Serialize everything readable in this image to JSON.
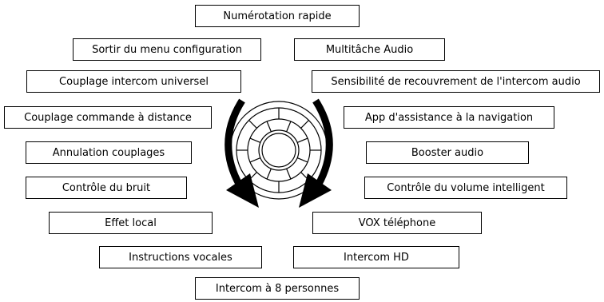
{
  "menu_items": [
    "Numérotation rapide",
    "Sortir du menu configuration",
    "Multitâche Audio",
    "Couplage intercom universel",
    "Sensibilité de recouvrement de l'intercom audio",
    "Couplage commande à distance",
    "App d'assistance à la navigation",
    "Annulation couplages",
    "Booster audio",
    "Contrôle du bruit",
    "Contrôle du volume intelligent",
    "Effet local",
    "VOX téléphone",
    "Instructions vocales",
    "Intercom HD",
    "Intercom à 8 personnes"
  ],
  "dial": {
    "icon": "jog-dial-icon",
    "rotation_arrows": [
      "counter-clockwise",
      "clockwise"
    ]
  },
  "colors": {
    "line": "#000000",
    "background": "#ffffff"
  }
}
